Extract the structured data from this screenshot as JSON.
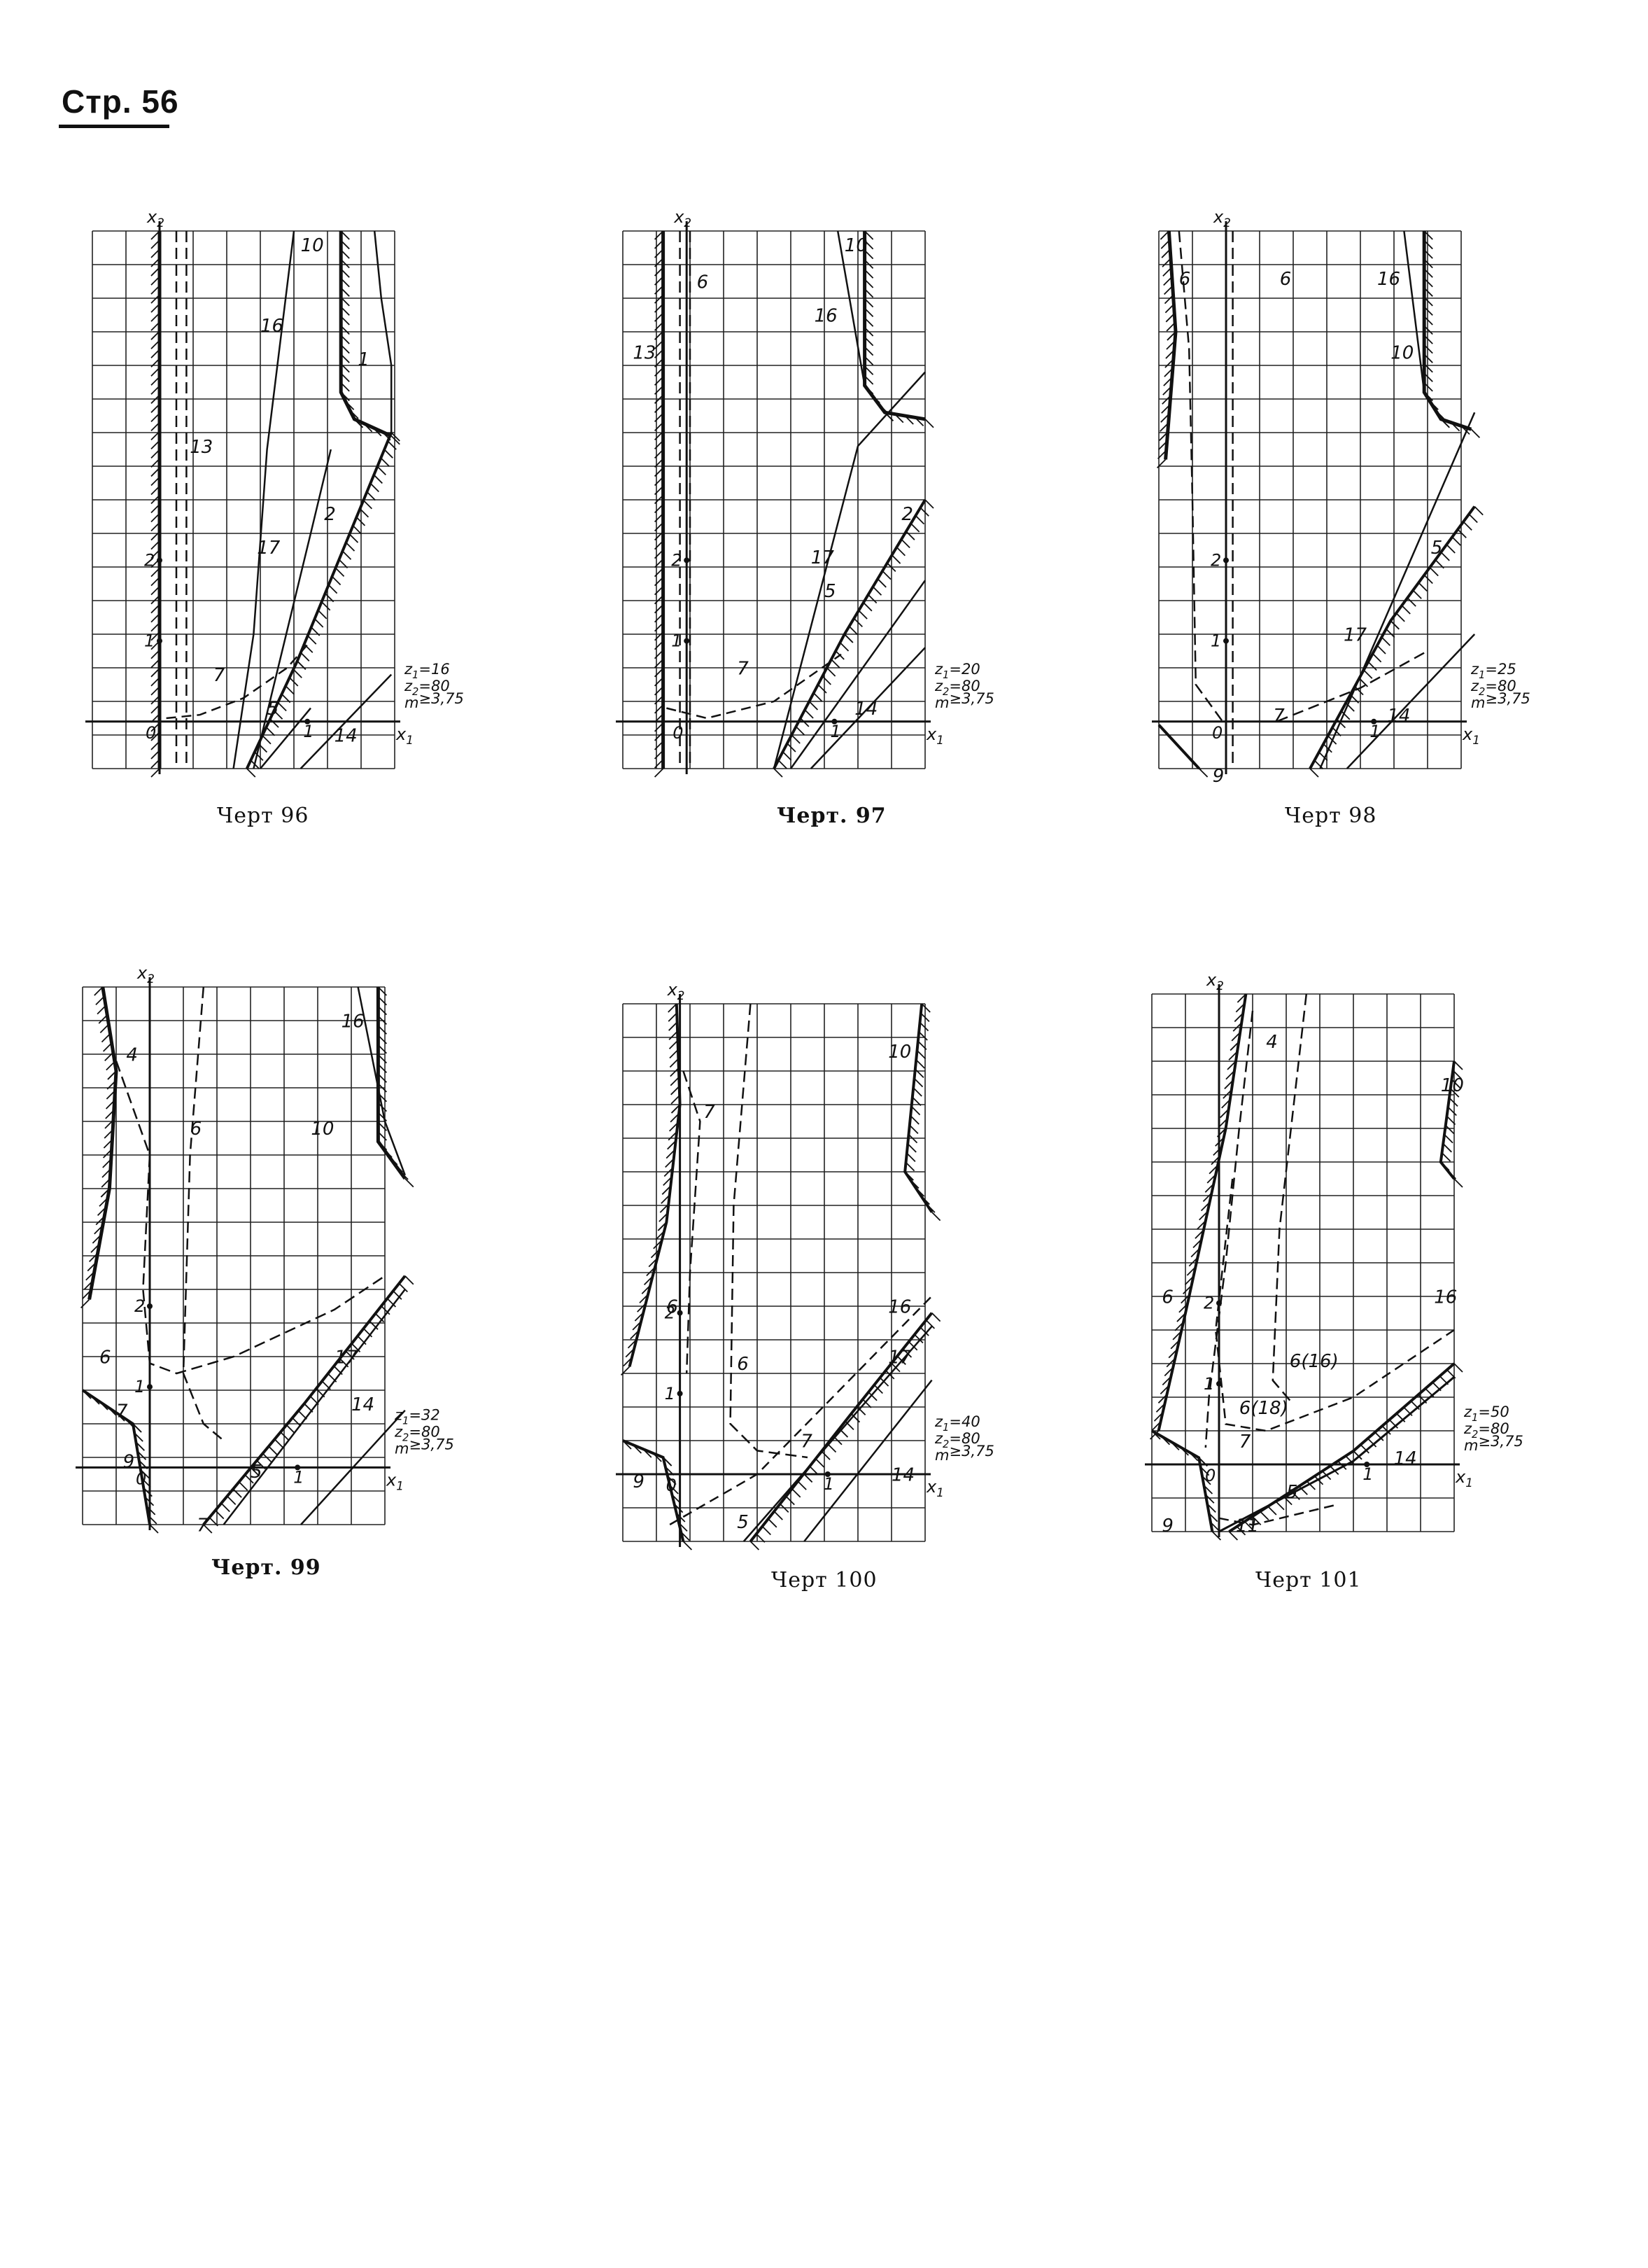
{
  "page": {
    "header": "Стр. 56"
  },
  "figures": [
    {
      "caption": "Черт 96",
      "params": [
        "z1 = 16",
        "z2 = 80",
        "m ≥ 3,75"
      ],
      "axes": {
        "x": "x1",
        "y": "x2",
        "origin": "0",
        "tick_x": "1",
        "ticks_y": [
          "1",
          "2"
        ]
      },
      "curve_labels": [
        "10",
        "16",
        "1",
        "13",
        "17",
        "2",
        "7",
        "5",
        "14"
      ]
    },
    {
      "caption": "Черт. 97",
      "params": [
        "z1 = 20",
        "z2 = 80",
        "m ≥ 3,75"
      ],
      "axes": {
        "x": "x1",
        "y": "x2",
        "origin": "0",
        "tick_x": "1",
        "ticks_y": [
          "1",
          "2"
        ]
      },
      "curve_labels": [
        "10",
        "6",
        "16",
        "13",
        "2",
        "17",
        "5",
        "7",
        "14"
      ]
    },
    {
      "caption": "Черт 98",
      "params": [
        "z1 = 25",
        "z2 = 80",
        "m ≥ 3,75"
      ],
      "axes": {
        "x": "x1",
        "y": "x2",
        "origin": "0",
        "tick_x": "1",
        "ticks_y": [
          "1",
          "2"
        ]
      },
      "curve_labels": [
        "6",
        "6",
        "16",
        "10",
        "5",
        "17",
        "7",
        "14",
        "9"
      ]
    },
    {
      "caption": "Черт. 99",
      "params": [
        "z1 = 32",
        "z2 = 80",
        "m ≥ 3,75"
      ],
      "axes": {
        "x": "x1",
        "y": "x2",
        "origin": "0",
        "tick_x": "1",
        "ticks_y": [
          "1",
          "2"
        ]
      },
      "curve_labels": [
        "16",
        "4",
        "6",
        "10",
        "6",
        "17",
        "14",
        "7",
        "9",
        "5",
        "7"
      ]
    },
    {
      "caption": "Черт 100",
      "params": [
        "z1 = 40",
        "z2 = 80",
        "m ≥ 3,75"
      ],
      "axes": {
        "x": "x1",
        "y": "x2",
        "origin": "0",
        "tick_x": "1",
        "ticks_y": [
          "1",
          "2"
        ]
      },
      "curve_labels": [
        "10",
        "7",
        "6",
        "16",
        "17",
        "6",
        "7",
        "14",
        "9",
        "5"
      ]
    },
    {
      "caption": "Черт 101",
      "params": [
        "z1 = 50",
        "z2 = 80",
        "m ≥ 3,75"
      ],
      "axes": {
        "x": "x1",
        "y": "x2",
        "origin": "0",
        "tick_x": "1",
        "ticks_y": [
          "1",
          "2"
        ]
      },
      "curve_labels": [
        "4",
        "10",
        "6",
        "16",
        "6(16)",
        "6(18)",
        "7",
        "14",
        "5",
        "9",
        "11"
      ]
    }
  ]
}
